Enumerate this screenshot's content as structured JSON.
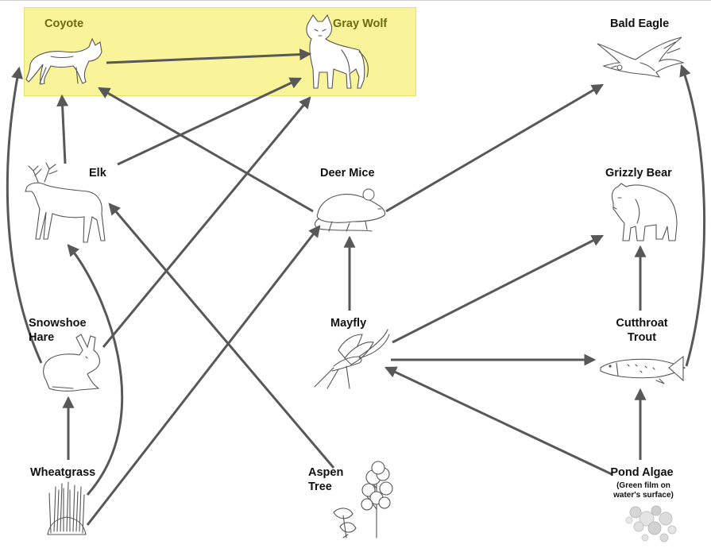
{
  "organisms": {
    "coyote": "Coyote",
    "gray_wolf": "Gray Wolf",
    "bald_eagle": "Bald Eagle",
    "elk": "Elk",
    "deer_mice": "Deer Mice",
    "grizzly_bear": "Grizzly Bear",
    "snowshoe_hare_line1": "Snowshoe",
    "snowshoe_hare_line2": "Hare",
    "mayfly": "Mayfly",
    "cutthroat_trout_line1": "Cutthroat",
    "cutthroat_trout_line2": "Trout",
    "wheatgrass": "Wheatgrass",
    "aspen_tree_line1": "Aspen",
    "aspen_tree_line2": "Tree",
    "pond_algae": "Pond Algae",
    "pond_algae_note_line1": "(Green film on",
    "pond_algae_note_line2": "water's surface)"
  },
  "highlight_color": "#f9f39a",
  "arrow_color": "#585858",
  "highlighted_group": [
    "Coyote",
    "Gray Wolf"
  ],
  "energy_flows": [
    {
      "from": "Coyote",
      "to": "Gray Wolf"
    },
    {
      "from": "Elk",
      "to": "Coyote"
    },
    {
      "from": "Elk",
      "to": "Gray Wolf"
    },
    {
      "from": "Deer Mice",
      "to": "Coyote"
    },
    {
      "from": "Deer Mice",
      "to": "Bald Eagle"
    },
    {
      "from": "Snowshoe Hare",
      "to": "Coyote"
    },
    {
      "from": "Snowshoe Hare",
      "to": "Gray Wolf"
    },
    {
      "from": "Mayfly",
      "to": "Deer Mice"
    },
    {
      "from": "Mayfly",
      "to": "Grizzly Bear"
    },
    {
      "from": "Mayfly",
      "to": "Cutthroat Trout"
    },
    {
      "from": "Cutthroat Trout",
      "to": "Grizzly Bear"
    },
    {
      "from": "Cutthroat Trout",
      "to": "Bald Eagle"
    },
    {
      "from": "Wheatgrass",
      "to": "Snowshoe Hare"
    },
    {
      "from": "Wheatgrass",
      "to": "Elk"
    },
    {
      "from": "Wheatgrass",
      "to": "Deer Mice"
    },
    {
      "from": "Aspen Tree",
      "to": "Elk"
    },
    {
      "from": "Pond Algae",
      "to": "Cutthroat Trout"
    },
    {
      "from": "Pond Algae",
      "to": "Mayfly"
    }
  ]
}
